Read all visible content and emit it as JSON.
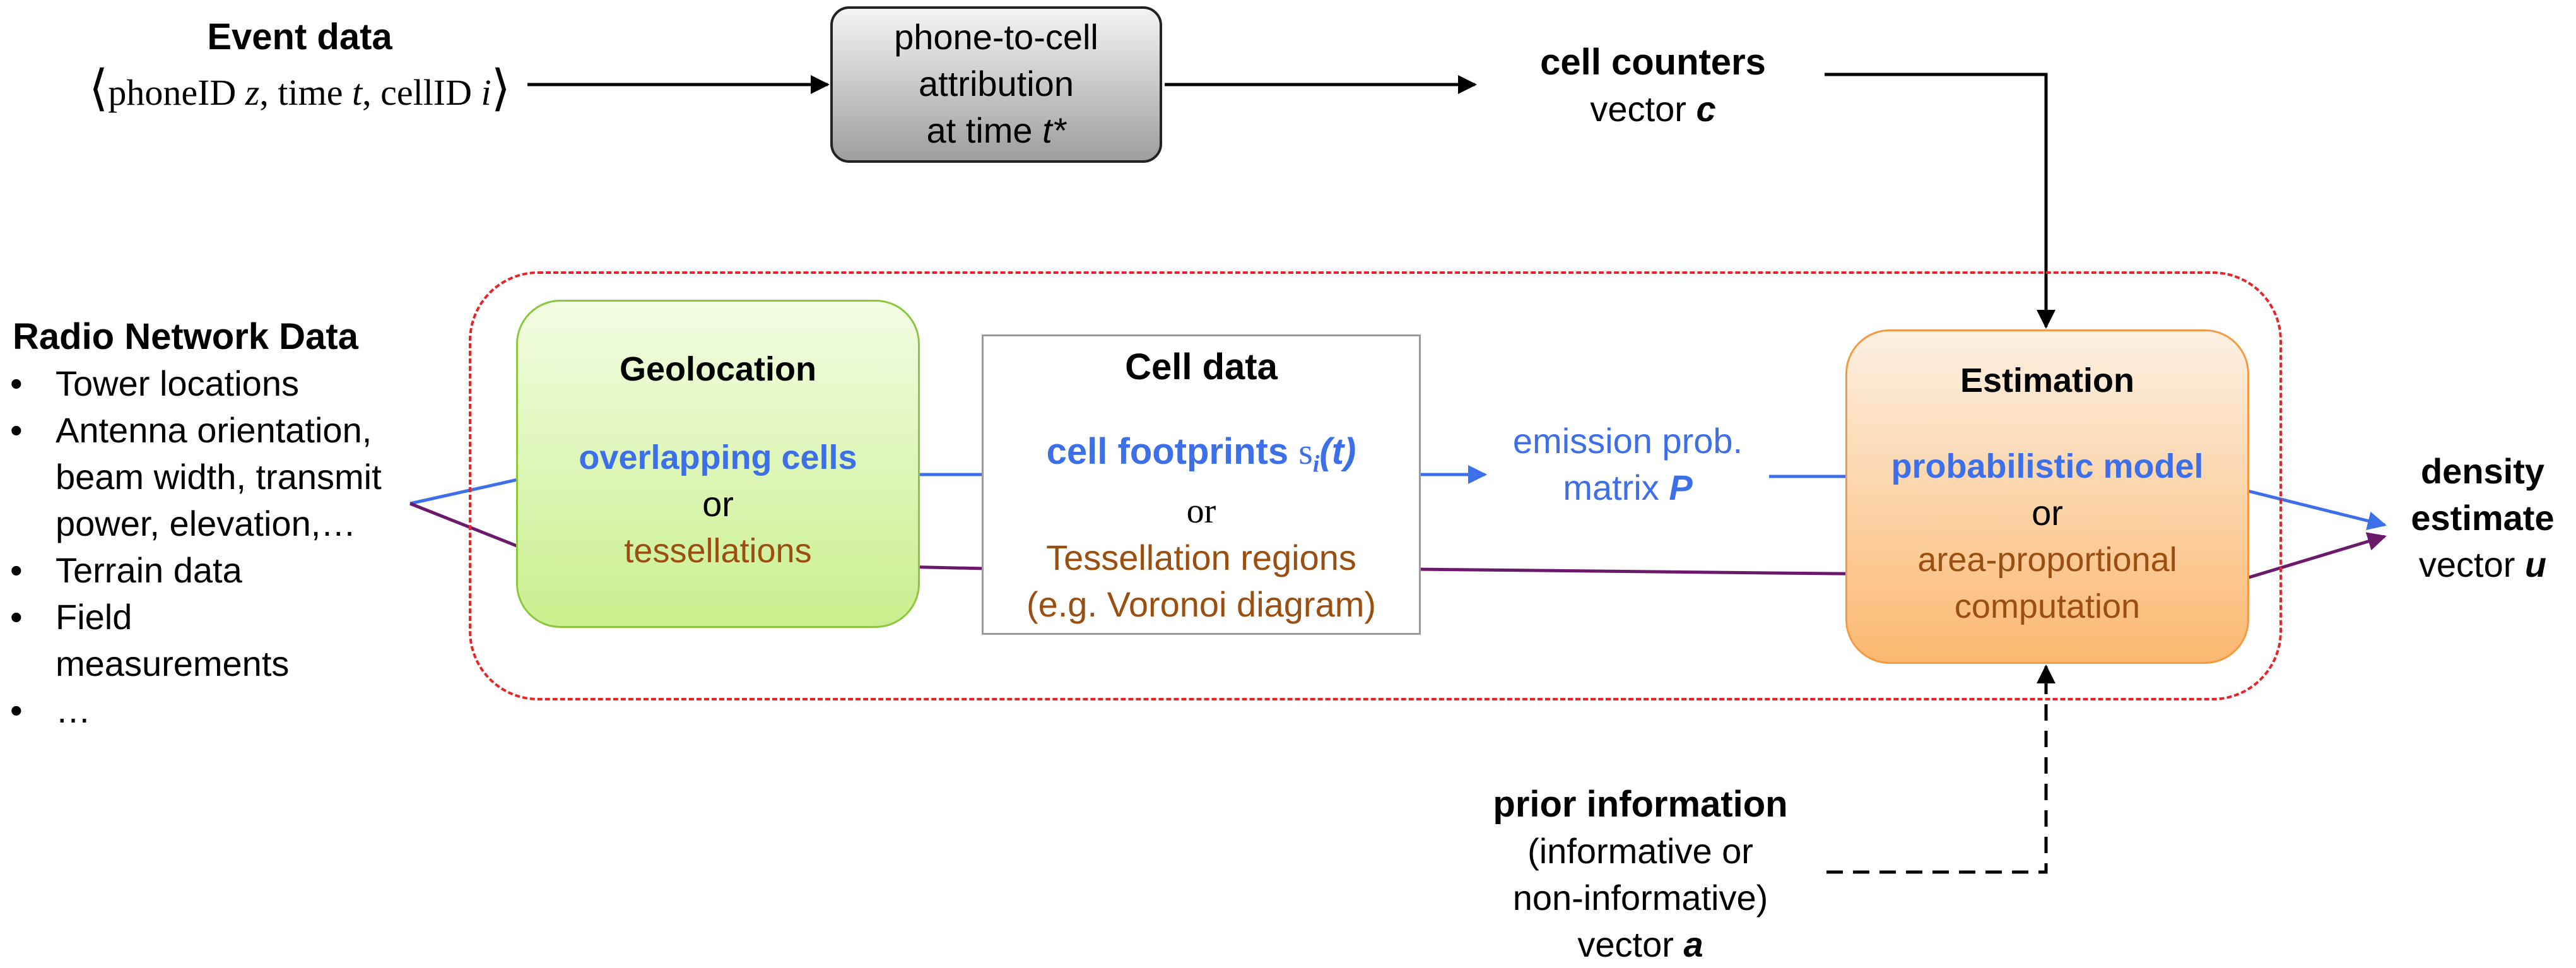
{
  "event": {
    "title": "Event data",
    "open_bracket": "⟨",
    "close_bracket": "⟩",
    "phone_label": "phoneID",
    "phone_var": "z",
    "time_label": "time",
    "time_var": "t",
    "cell_label": "cellID",
    "cell_var": "i"
  },
  "attribution": {
    "line1": "phone-to-cell",
    "line2": "attribution",
    "line3_prefix": "at time ",
    "line3_var": "t*"
  },
  "counters": {
    "title": "cell counters",
    "vector_prefix": "vector ",
    "vector_var": "c"
  },
  "radio": {
    "title": "Radio Network Data",
    "items": [
      "Tower locations",
      "Antenna orientation, beam width, transmit power, elevation,…",
      "Terrain data",
      "Field measurements",
      "…"
    ]
  },
  "geolocation": {
    "title": "Geolocation",
    "option_a": "overlapping cells",
    "or": "or",
    "option_b": "tessellations"
  },
  "cell_data": {
    "title": "Cell data",
    "footprints_label": "cell footprints ",
    "footprints_symbol": "s",
    "footprints_sub": "i",
    "footprints_arg": "(t)",
    "or": "or",
    "tess_line1": "Tessellation regions",
    "tess_line2": "(e.g. Voronoi diagram)"
  },
  "emission": {
    "line1": "emission prob.",
    "line2_prefix": "matrix ",
    "line2_var": "P"
  },
  "estimation": {
    "title": "Estimation",
    "option_a": "probabilistic model",
    "or": "or",
    "option_b_line1": "area-proportional",
    "option_b_line2": "computation"
  },
  "density": {
    "line1": "density",
    "line2": "estimate",
    "vector_prefix": "vector ",
    "vector_var": "u"
  },
  "prior": {
    "title": "prior information",
    "line2": "(informative or",
    "line3": "non-informative)",
    "vector_prefix": "vector ",
    "vector_var": "a"
  },
  "colors": {
    "blue": "#3C6FE8",
    "purple": "#6B1A6B",
    "brown": "#9A4E10",
    "red_dash": "#E8242B",
    "geo_green": "#C9EF8E",
    "est_orange": "#FBB871"
  }
}
